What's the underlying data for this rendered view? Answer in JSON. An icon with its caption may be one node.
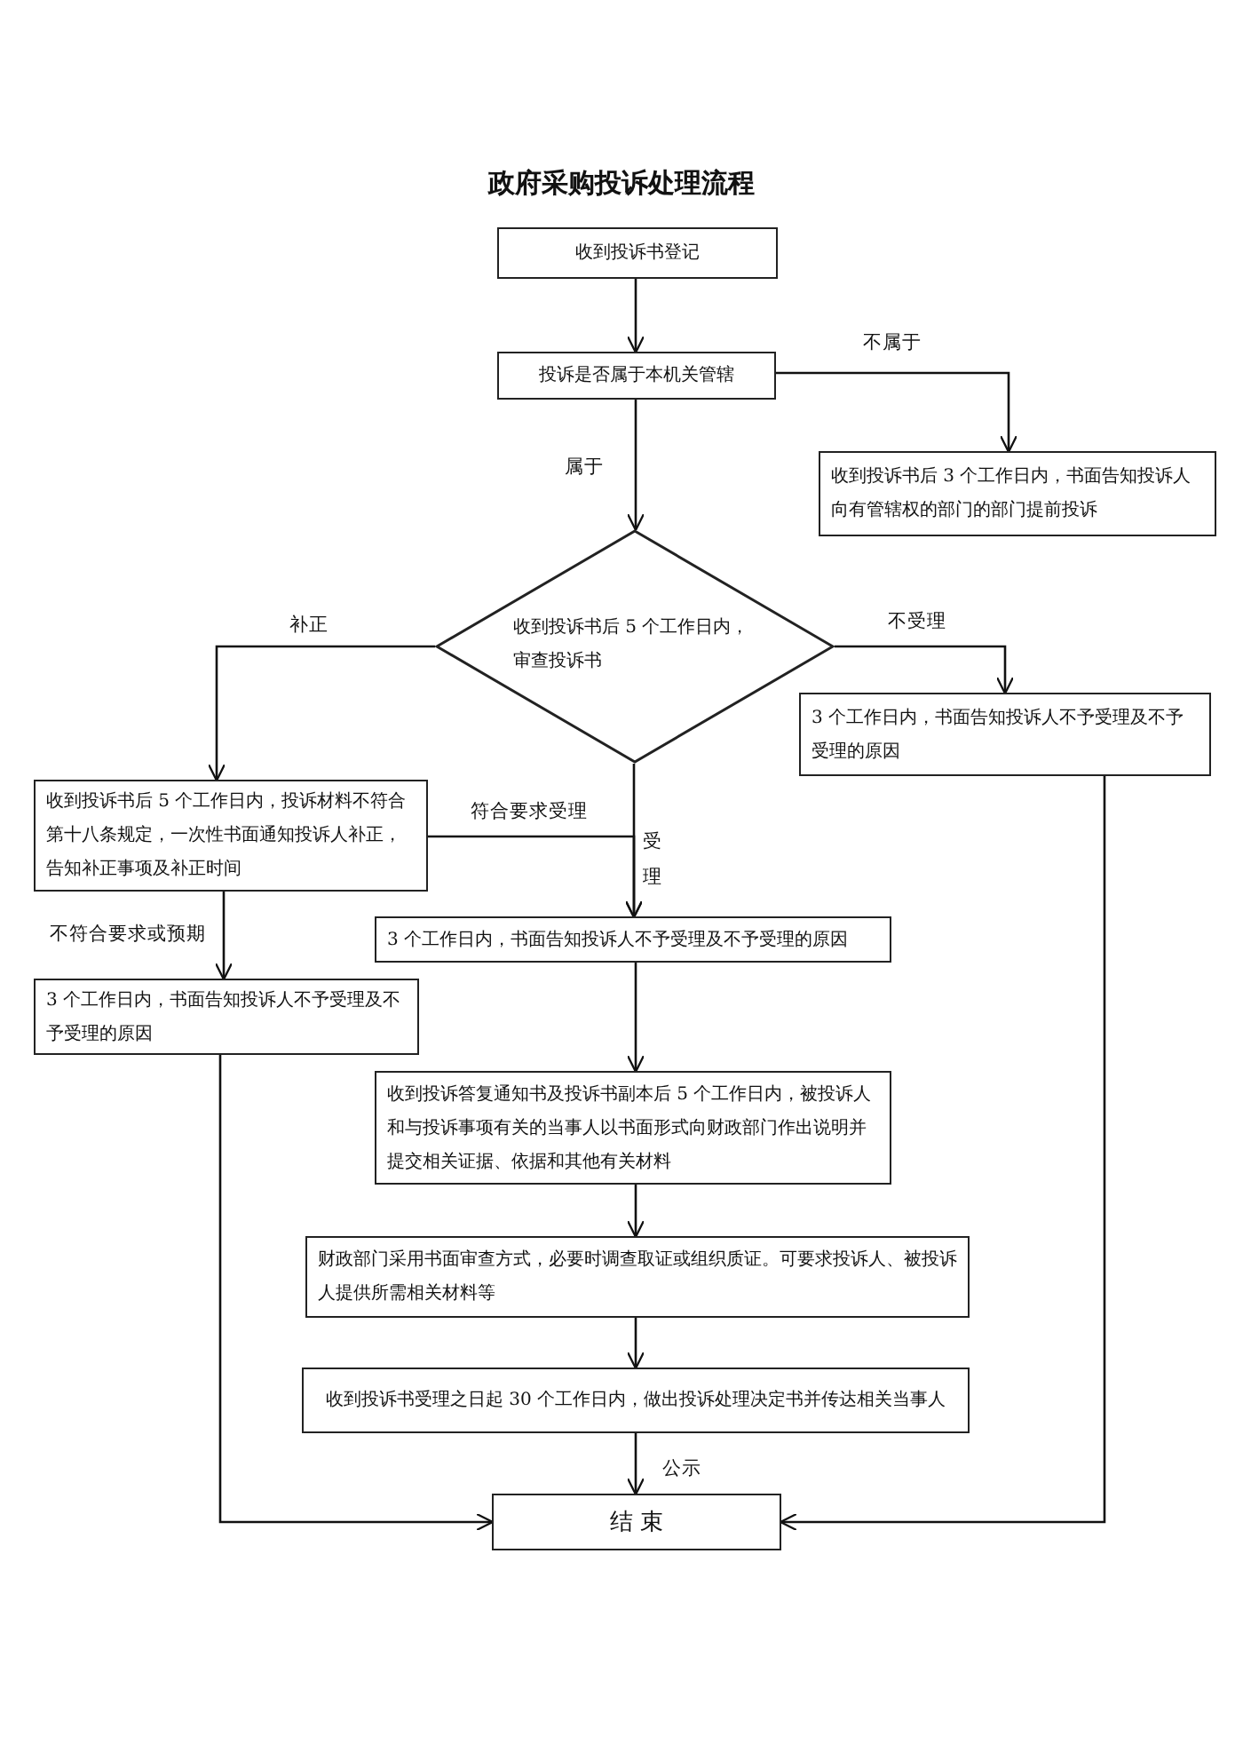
{
  "diagram": {
    "title": "政府采购投诉处理流程",
    "nodes": [
      {
        "text": [
          "收到投诉书登记"
        ]
      },
      {
        "text": [
          "投诉是否属于本机关管辖"
        ]
      },
      {
        "text": [
          "收到投诉书后 3 个工作日内，书面告知投诉人向有管辖权的部门的部门提前投诉"
        ]
      },
      {
        "text": [
          "收到投诉书后 5 个工作日内，审查投诉书"
        ]
      },
      {
        "text": [
          "3 个工作日内，书面告知投诉人不予受理及不予受理的原因"
        ]
      },
      {
        "text": [
          "收到投诉书后 5 个工作日内，投诉材料不符合第十八条规定，一次性书面通知投诉人补正，告知补正事项及补正时间"
        ]
      },
      {
        "text": [
          "3 个工作日内，书面告知投诉人不予受理及不予受理的原因"
        ]
      },
      {
        "text": [
          "3 个工作日内，书面告知投诉人不予受理及不予受理的原因"
        ]
      },
      {
        "text": [
          "收到投诉答复通知书及投诉书副本后 5 个工作日内，被投诉人和与投诉事项有关的当事人以书面形式向财政部门作出说明并提交相关证据、依据和其他有关材料"
        ]
      },
      {
        "text": [
          "财政部门采用书面审查方式，必要时调查取证或组织质证。可要求投诉人、被投诉人提供所需相关材料等"
        ]
      },
      {
        "text": [
          "收到投诉书受理之日起 30 个工作日内，做出投诉处理决定书并传达相关当事人"
        ]
      },
      {
        "text": [
          "结 束"
        ]
      }
    ],
    "edges": [
      {
        "from": 0,
        "to": 1,
        "arrow": "to"
      },
      {
        "from": 1,
        "to": 2,
        "arrow": "to",
        "label": "不属于"
      },
      {
        "from": 1,
        "to": 3,
        "arrow": "to",
        "label": "属于"
      },
      {
        "from": 3,
        "to": 4,
        "arrow": "to",
        "label": "不受理"
      },
      {
        "from": 3,
        "to": 5,
        "arrow": "to",
        "label": "补正"
      },
      {
        "from": 3,
        "to": 6,
        "arrow": "to",
        "label": "受理"
      },
      {
        "from": 5,
        "to": 6,
        "arrow": "to",
        "label": "符合要求受理"
      },
      {
        "from": 5,
        "to": 7,
        "arrow": "to",
        "label": "不符合要求或预期"
      },
      {
        "from": 6,
        "to": 8,
        "arrow": "to"
      },
      {
        "from": 8,
        "to": 9,
        "arrow": "to"
      },
      {
        "from": 9,
        "to": 10,
        "arrow": "to"
      },
      {
        "from": 10,
        "to": 11,
        "arrow": "to",
        "label": "公示"
      },
      {
        "from": 7,
        "to": 11,
        "arrow": "to"
      },
      {
        "from": 4,
        "to": 11,
        "arrow": "to"
      }
    ]
  }
}
